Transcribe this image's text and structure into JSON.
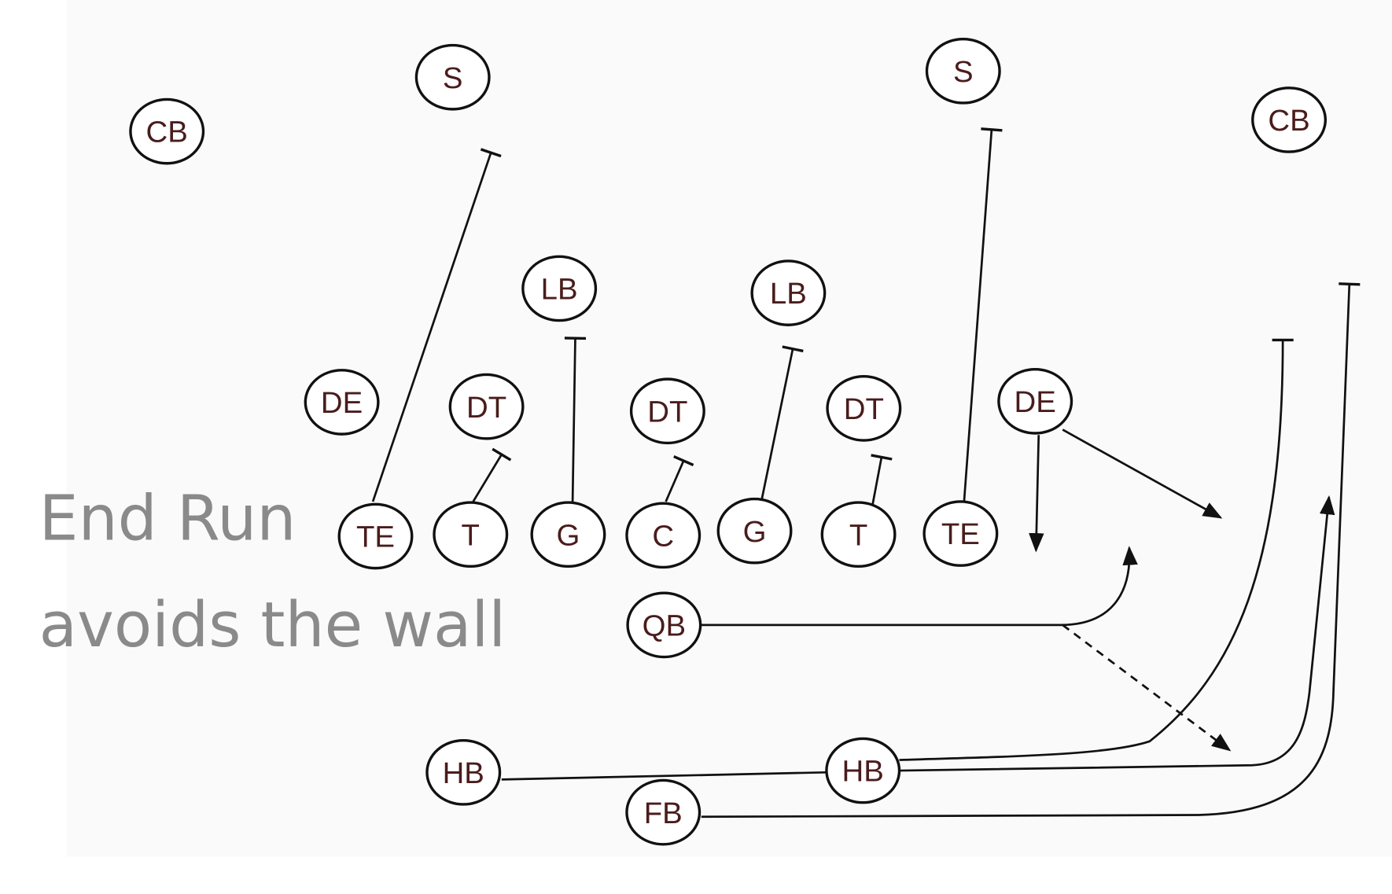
{
  "title_lines": [
    "End Run",
    "avoids the wall"
  ],
  "players": [
    {
      "label": "CB",
      "side": "defense"
    },
    {
      "label": "S",
      "side": "defense"
    },
    {
      "label": "S",
      "side": "defense"
    },
    {
      "label": "CB",
      "side": "defense"
    },
    {
      "label": "LB",
      "side": "defense"
    },
    {
      "label": "LB",
      "side": "defense"
    },
    {
      "label": "DE",
      "side": "defense"
    },
    {
      "label": "DT",
      "side": "defense"
    },
    {
      "label": "DT",
      "side": "defense"
    },
    {
      "label": "DT",
      "side": "defense"
    },
    {
      "label": "DE",
      "side": "defense"
    },
    {
      "label": "TE",
      "side": "offense"
    },
    {
      "label": "T",
      "side": "offense"
    },
    {
      "label": "G",
      "side": "offense"
    },
    {
      "label": "C",
      "side": "offense"
    },
    {
      "label": "G",
      "side": "offense"
    },
    {
      "label": "T",
      "side": "offense"
    },
    {
      "label": "TE",
      "side": "offense"
    },
    {
      "label": "QB",
      "side": "offense"
    },
    {
      "label": "HB",
      "side": "offense"
    },
    {
      "label": "HB",
      "side": "offense"
    },
    {
      "label": "FB",
      "side": "offense"
    }
  ],
  "colors": {
    "label": "#4a1c1c",
    "caption": "#8a8a8a",
    "field": "#fafafa",
    "line": "#111111"
  }
}
